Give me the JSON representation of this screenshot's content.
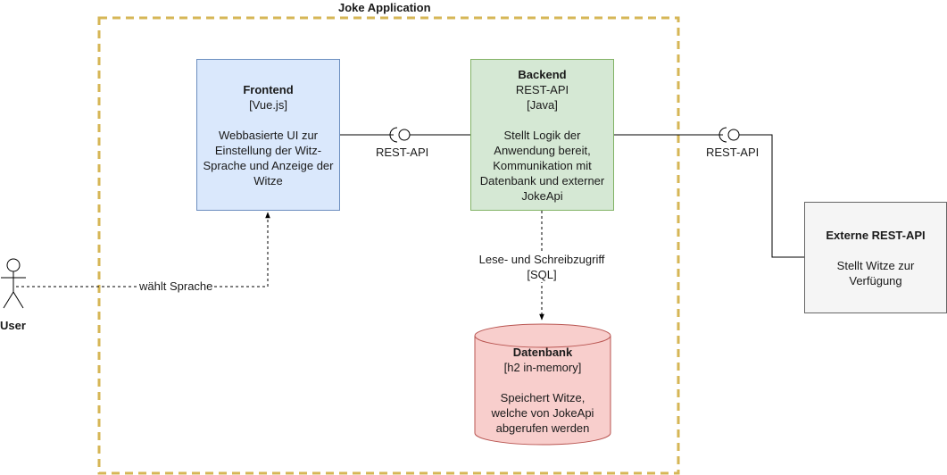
{
  "boundary": {
    "title": "Joke Application",
    "border_color": "#d6b656"
  },
  "frontend": {
    "title": "Frontend",
    "tech": "[Vue.js]",
    "description": "Webbasierte UI zur Einstellung der Witz-Sprache und Anzeige der Witze",
    "fill": "#dae8fc",
    "stroke": "#6c8ebf"
  },
  "backend": {
    "title": "Backend",
    "subtitle": "REST-API",
    "tech": "[Java]",
    "description": "Stellt Logik der Anwendung bereit, Kommunikation mit Datenbank und externer JokeApi",
    "fill": "#d5e8d4",
    "stroke": "#82b366"
  },
  "database": {
    "title": "Datenbank",
    "tech": "[h2 in-memory]",
    "description": "Speichert Witze, welche von JokeApi abgerufen werden",
    "fill": "#f8cecc",
    "stroke": "#b85450"
  },
  "external_api": {
    "title": "Externe REST-API",
    "description": "Stellt Witze zur Verfügung",
    "fill": "#f5f5f5",
    "stroke": "#666666"
  },
  "user": {
    "label": "User"
  },
  "edges": {
    "frontend_backend": "REST-API",
    "backend_external": "REST-API",
    "backend_db": "Lese- und Schreibzugriff",
    "backend_db_tech": "[SQL]",
    "user_frontend": "wählt Sprache"
  }
}
